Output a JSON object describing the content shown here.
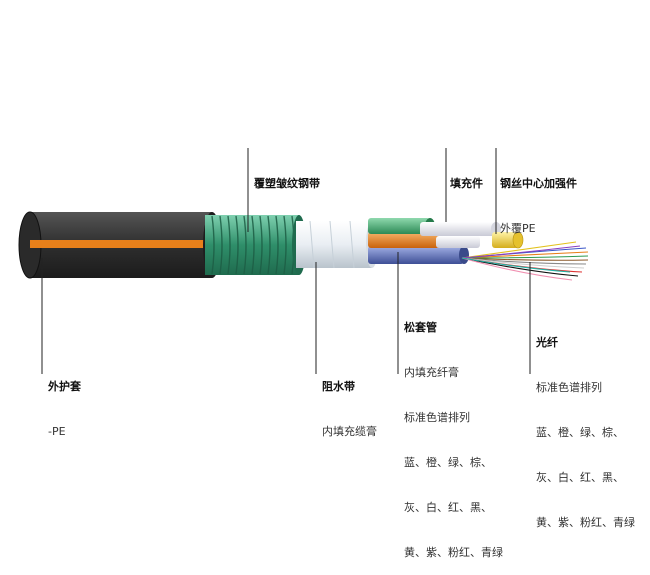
{
  "labels": {
    "armor": {
      "title": "覆塑皱纹钢带",
      "lines": []
    },
    "filler": {
      "title": "填充件",
      "lines": []
    },
    "strength_member": {
      "title": "钢丝中心加强件",
      "lines": [
        "外覆PE"
      ]
    },
    "loose_tube": {
      "title": "松套管",
      "lines": [
        "内填充纤膏",
        "标准色谱排列",
        "蓝、橙、绿、棕、",
        "灰、白、红、黑、",
        "黄、紫、粉红、青绿"
      ]
    },
    "fiber": {
      "title": "光纤",
      "lines": [
        "标准色谱排列",
        "蓝、橙、绿、棕、",
        "灰、白、红、黑、",
        "黄、紫、粉红、青绿"
      ]
    },
    "sheath": {
      "title": "外护套",
      "lines": [
        "-PE"
      ]
    },
    "water_block": {
      "title": "阻水带",
      "lines": [
        "内填充缆膏"
      ]
    }
  },
  "colors": {
    "sheath": "#3a3a3a",
    "stripe": "#e8801a",
    "armor": "#2f8f6a",
    "tube_green": "#3aa76d",
    "tube_orange": "#e8801a",
    "tube_blue": "#5b6fb8",
    "filler": "#e6e6ee",
    "strength_yellow": "#f2d44a"
  }
}
